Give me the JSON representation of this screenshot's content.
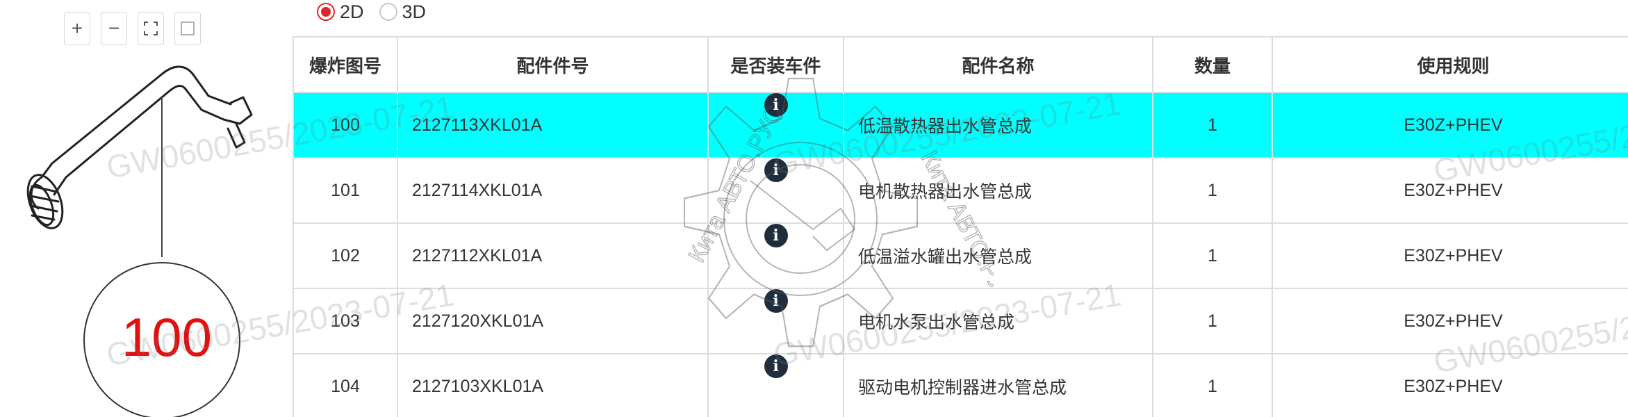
{
  "toolbar": {
    "zoom_in": "+",
    "zoom_out": "−"
  },
  "diagram": {
    "callout_number": "100"
  },
  "view_mode": {
    "options": [
      "2D",
      "3D"
    ],
    "selected": "2D"
  },
  "table": {
    "headers": [
      "爆炸图号",
      "配件件号",
      "是否装车件",
      "配件名称",
      "数量",
      "使用规则"
    ],
    "rows": [
      {
        "no": "100",
        "part_no": "2127113XKL01A",
        "name": "低温散热器出水管总成",
        "qty": "1",
        "rule": "E30Z+PHEV",
        "selected": true
      },
      {
        "no": "101",
        "part_no": "2127114XKL01A",
        "name": "电机散热器出水管总成",
        "qty": "1",
        "rule": "E30Z+PHEV",
        "selected": false
      },
      {
        "no": "102",
        "part_no": "2127112XKL01A",
        "name": "低温溢水罐出水管总成",
        "qty": "1",
        "rule": "E30Z+PHEV",
        "selected": false
      },
      {
        "no": "103",
        "part_no": "2127120XKL01A",
        "name": "电机水泵出水管总成",
        "qty": "1",
        "rule": "E30Z+PHEV",
        "selected": false
      },
      {
        "no": "104",
        "part_no": "2127103XKL01A",
        "name": "驱动电机控制器进水管总成",
        "qty": "1",
        "rule": "E30Z+PHEV",
        "selected": false
      }
    ]
  },
  "watermarks": {
    "stamp_text": "GW0600255/2023-07-21",
    "logo_text_top": "Кита АВТО.РУС",
    "logo_text_bottom": "Кита АВТО.РУС"
  },
  "colors": {
    "selected_row": "#00ffff",
    "accent_red": "#e0242c",
    "info_icon": "#1f2d3d",
    "callout_red": "#e30f0f"
  },
  "icons": [
    "zoom-in-icon",
    "zoom-out-icon",
    "fullscreen-icon",
    "reset-view-icon",
    "info-icon"
  ]
}
